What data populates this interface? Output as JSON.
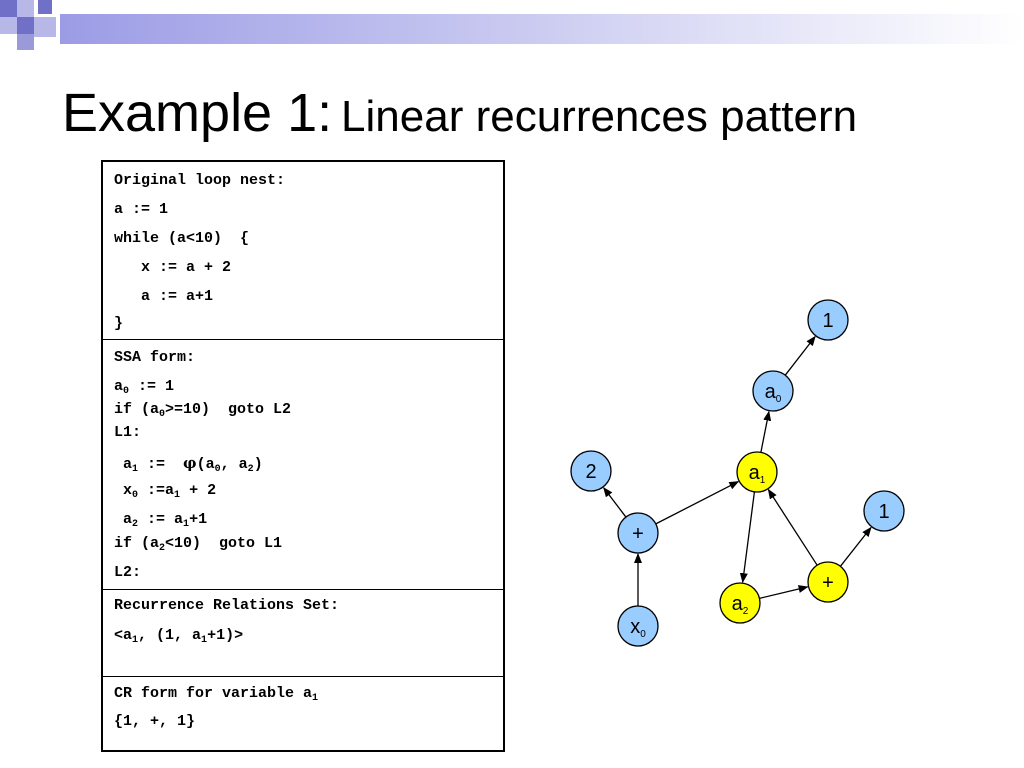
{
  "title": {
    "main": "Example 1:",
    "sub": "Linear recurrences pattern"
  },
  "code": {
    "original": {
      "header": "Original loop nest:",
      "lines": [
        "a := 1",
        "while (a<10)  {",
        "   x := a + 2",
        "   a := a+1",
        "}"
      ]
    },
    "ssa": {
      "header": "SSA form:",
      "l1a": "a",
      "l1b": "0",
      "l1c": " := 1",
      "l2a": "if (a",
      "l2b": "0",
      "l2c": ">=10)  goto L2",
      "l3": "L1:",
      "l4a": " a",
      "l4b": "1",
      "l4c": " :=  ",
      "l4phi": "φ",
      "l4d": "(a",
      "l4e": "0",
      "l4f": ", a",
      "l4g": "2",
      "l4h": ")",
      "l5a": " x",
      "l5b": "0",
      "l5c": " :=a",
      "l5d": "1",
      "l5e": " + 2",
      "l6a": " a",
      "l6b": "2",
      "l6c": " := a",
      "l6d": "1",
      "l6e": "+1",
      "l7a": "if (a",
      "l7b": "2",
      "l7c": "<10)  goto L1",
      "l8": "L2:"
    },
    "rr": {
      "header": "Recurrence Relations Set:",
      "l1a": "<a",
      "l1b": "1",
      "l1c": ", (1, a",
      "l1d": "1",
      "l1e": "+1)>"
    },
    "cr": {
      "header_a": "CR form for variable a",
      "header_b": "1",
      "line": "{1, +, 1}"
    }
  },
  "graph": {
    "colors": {
      "blue": "#99ccff",
      "yellow": "#ffff00",
      "stroke": "#000000"
    },
    "nodes": [
      {
        "id": "one_top",
        "label": "1",
        "sub": "",
        "color": "blue"
      },
      {
        "id": "a0",
        "label": "a",
        "sub": "0",
        "color": "blue"
      },
      {
        "id": "two",
        "label": "2",
        "sub": "",
        "color": "blue"
      },
      {
        "id": "a1",
        "label": "a",
        "sub": "1",
        "color": "yellow"
      },
      {
        "id": "one_right",
        "label": "1",
        "sub": "",
        "color": "blue"
      },
      {
        "id": "plus_left",
        "label": "+",
        "sub": "",
        "color": "blue"
      },
      {
        "id": "plus_right",
        "label": "+",
        "sub": "",
        "color": "yellow"
      },
      {
        "id": "a2",
        "label": "a",
        "sub": "2",
        "color": "yellow"
      },
      {
        "id": "x0",
        "label": "x",
        "sub": "0",
        "color": "blue"
      }
    ],
    "edges": [
      [
        "a0",
        "one_top"
      ],
      [
        "a1",
        "a0"
      ],
      [
        "plus_left",
        "two"
      ],
      [
        "plus_left",
        "a1"
      ],
      [
        "x0",
        "plus_left"
      ],
      [
        "a1",
        "a2"
      ],
      [
        "a2",
        "plus_right"
      ],
      [
        "plus_right",
        "a1"
      ],
      [
        "plus_right",
        "one_right"
      ]
    ]
  }
}
